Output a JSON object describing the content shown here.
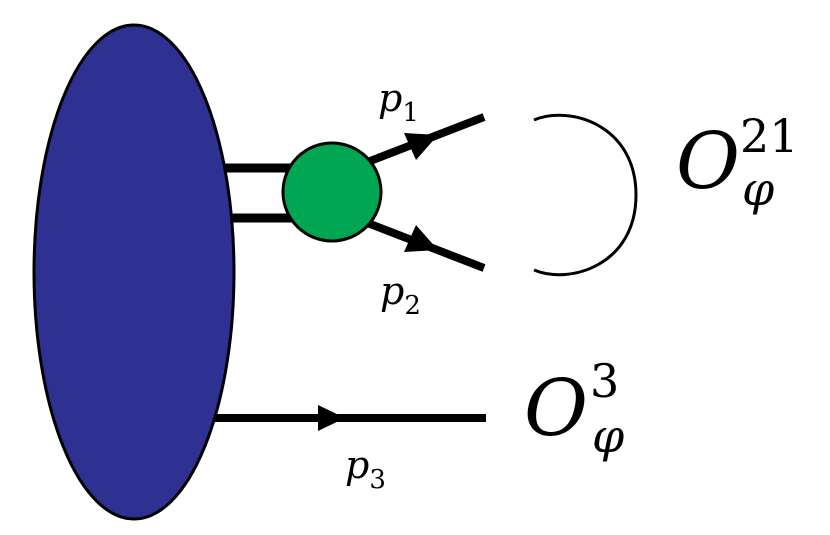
{
  "colors": {
    "blob": "#2e3192",
    "vertex": "#00a651",
    "line": "#000000"
  },
  "momenta": {
    "p1": {
      "symbol": "p",
      "index": "1"
    },
    "p2": {
      "symbol": "p",
      "index": "2"
    },
    "p3": {
      "symbol": "p",
      "index": "3"
    }
  },
  "operators": {
    "loop_operator": {
      "symbol": "O",
      "superscript": "21",
      "subscript": "φ"
    },
    "line_operator": {
      "symbol": "O",
      "superscript": "3",
      "subscript": "φ"
    }
  }
}
